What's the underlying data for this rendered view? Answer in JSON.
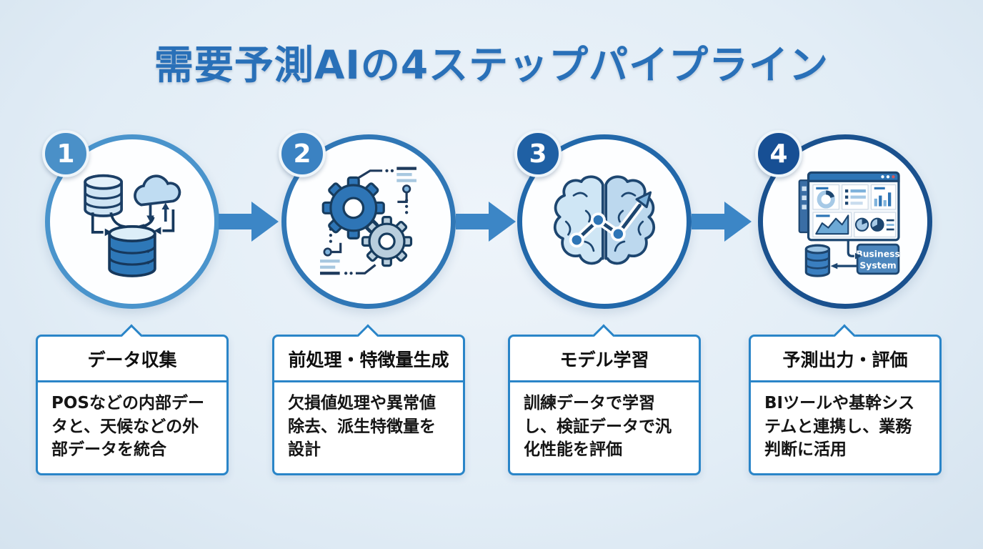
{
  "title": "需要予測AIの4ステップパイプライン",
  "colors": {
    "background": "#e3edf6",
    "title_text": "#2970b8",
    "card_border": "#2a85c8",
    "card_background": "#ffffff",
    "body_text": "#151515",
    "arrow": "#3c86c6",
    "step_circle_borders": [
      "#4a94cc",
      "#3077b6",
      "#2268aa",
      "#1a518e"
    ],
    "step_badge_fills": [
      "#4a90c8",
      "#3b82c2",
      "#1f60a4",
      "#174f94"
    ]
  },
  "steps": [
    {
      "number": "1",
      "icon": "data-collection-icon",
      "card_title": "データ収集",
      "card_body": "POSなどの内部データと、天候などの外部データを統合"
    },
    {
      "number": "2",
      "icon": "gears-preprocessing-icon",
      "card_title": "前処理・特徴量生成",
      "card_body": "欠損値処理や異常値除去、派生特徴量を設計"
    },
    {
      "number": "3",
      "icon": "brain-training-icon",
      "card_title": "モデル学習",
      "card_body": "訓練データで学習し、検証データで汎化性能を評価"
    },
    {
      "number": "4",
      "icon": "dashboard-output-icon",
      "card_title": "予測出力・評価",
      "card_body": "BIツールや基幹システムと連携し、業務判断に活用",
      "icon_labels": [
        "Business",
        "System"
      ]
    }
  ]
}
